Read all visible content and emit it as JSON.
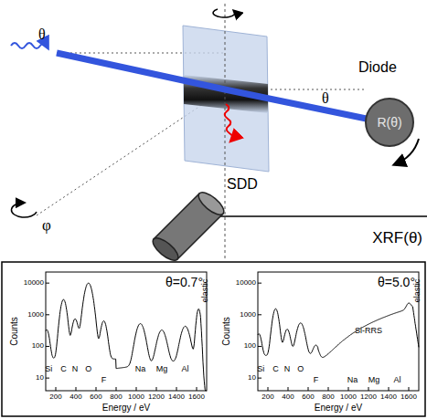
{
  "diagram": {
    "nodes": [
      {
        "text": [
          "Diode",
          "R(θ)"
        ]
      },
      {
        "text": [
          "SDD"
        ]
      }
    ],
    "labels": [
      "θ",
      "θ",
      "φ",
      "XRF(θ)",
      "θ=0.7°",
      "10000",
      "1000",
      "100",
      "10",
      "Counts",
      "200",
      "400",
      "600",
      "800",
      "1000",
      "1200",
      "1400",
      "1600",
      "Energy / eV",
      "Si",
      "C",
      "N",
      "O",
      "F",
      "Na",
      "Mg",
      "Al",
      "elastic",
      "θ=5.0°",
      "10000",
      "1000",
      "100",
      "10",
      "Counts",
      "200",
      "400",
      "600",
      "800",
      "1000",
      "1200",
      "1400",
      "1600",
      "Energy / eV",
      "Si",
      "C",
      "N",
      "O",
      "F",
      "Na",
      "Mg",
      "Al",
      "Si-RRS",
      "elastic"
    ]
  }
}
